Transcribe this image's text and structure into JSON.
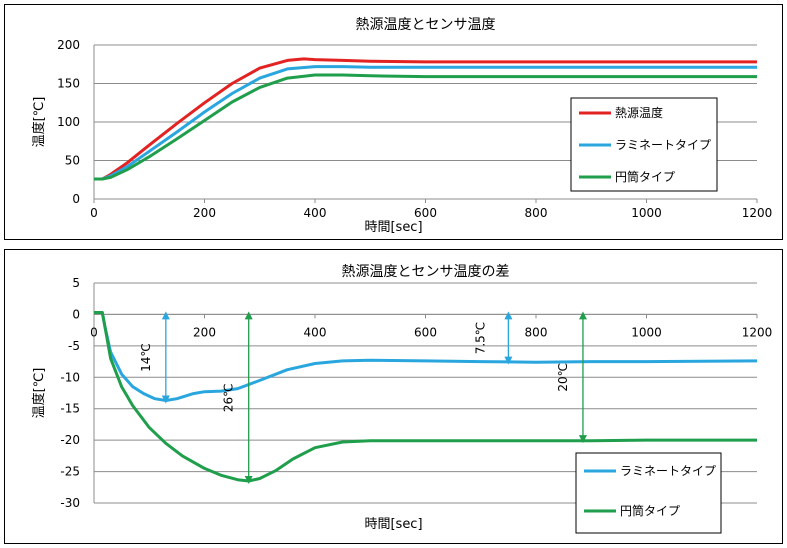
{
  "chart_data": [
    {
      "type": "line",
      "title": "熱源温度とセンサ温度",
      "xlabel": "時間[sec]",
      "ylabel": "温度[℃]",
      "xlim": [
        0,
        1200
      ],
      "ylim": [
        0,
        200
      ],
      "x_ticks": [
        0,
        200,
        400,
        600,
        800,
        1000,
        1200
      ],
      "y_ticks": [
        0,
        50,
        100,
        150,
        200
      ],
      "grid": "horizontal",
      "legend_position": "inside-right",
      "series": [
        {
          "name": "熱源温度",
          "color": "#e32222",
          "x": [
            0,
            15,
            30,
            60,
            100,
            150,
            200,
            250,
            300,
            350,
            380,
            400,
            450,
            500,
            600,
            700,
            800,
            1000,
            1200
          ],
          "y": [
            26,
            26,
            32,
            47,
            70,
            98,
            125,
            150,
            170,
            180,
            182,
            181,
            180,
            179,
            178,
            178,
            178,
            178,
            178
          ]
        },
        {
          "name": "ラミネートタイプ",
          "color": "#2aa6df",
          "x": [
            0,
            15,
            30,
            60,
            100,
            150,
            200,
            250,
            300,
            350,
            400,
            450,
            500,
            600,
            700,
            800,
            1000,
            1200
          ],
          "y": [
            26,
            26,
            30,
            42,
            62,
            87,
            113,
            137,
            157,
            169,
            172,
            172,
            171,
            171,
            171,
            171,
            171,
            171
          ]
        },
        {
          "name": "円筒タイプ",
          "color": "#1f9e4b",
          "x": [
            0,
            15,
            30,
            60,
            100,
            150,
            200,
            250,
            300,
            350,
            400,
            450,
            500,
            600,
            700,
            800,
            1000,
            1200
          ],
          "y": [
            26,
            26,
            28,
            38,
            55,
            78,
            102,
            126,
            145,
            157,
            161,
            161,
            160,
            159,
            159,
            159,
            159,
            159
          ]
        }
      ]
    },
    {
      "type": "line",
      "title": "熱源温度とセンサ温度の差",
      "xlabel": "時間[sec]",
      "ylabel": "温度[℃]",
      "xlim": [
        0,
        1200
      ],
      "ylim": [
        -30,
        5
      ],
      "x_ticks": [
        0,
        200,
        400,
        600,
        800,
        1000,
        1200
      ],
      "y_ticks": [
        5,
        0,
        -5,
        -10,
        -15,
        -20,
        -25,
        -30
      ],
      "grid": "horizontal",
      "legend_position": "bottom-right",
      "series": [
        {
          "name": "ラミネートタイプ",
          "color": "#2aa6df",
          "x": [
            0,
            15,
            20,
            30,
            50,
            70,
            90,
            110,
            130,
            150,
            180,
            200,
            230,
            260,
            300,
            350,
            400,
            450,
            500,
            600,
            700,
            800,
            900,
            1000,
            1200
          ],
          "y": [
            0.3,
            0.3,
            -2,
            -6,
            -9.5,
            -11.5,
            -12.6,
            -13.4,
            -13.7,
            -13.4,
            -12.6,
            -12.3,
            -12.2,
            -11.8,
            -10.5,
            -8.8,
            -7.8,
            -7.4,
            -7.3,
            -7.4,
            -7.5,
            -7.6,
            -7.5,
            -7.5,
            -7.4
          ]
        },
        {
          "name": "円筒タイプ",
          "color": "#1f9e4b",
          "x": [
            0,
            15,
            20,
            30,
            50,
            70,
            100,
            130,
            160,
            200,
            230,
            260,
            280,
            300,
            330,
            360,
            400,
            450,
            500,
            600,
            700,
            800,
            900,
            1000,
            1100,
            1200
          ],
          "y": [
            0.3,
            0.3,
            -2,
            -7,
            -11.5,
            -14.5,
            -18,
            -20.5,
            -22.5,
            -24.5,
            -25.6,
            -26.3,
            -26.5,
            -26.1,
            -24.8,
            -23,
            -21.2,
            -20.3,
            -20.1,
            -20.1,
            -20.1,
            -20.1,
            -20.1,
            -20,
            -20,
            -20
          ]
        }
      ],
      "annotations": [
        {
          "label": "14℃",
          "x": 130,
          "from": 0,
          "to": -13.7
        },
        {
          "label": "26℃",
          "x": 280,
          "from": 0,
          "to": -26.5
        },
        {
          "label": "7.5℃",
          "x": 750,
          "from": 0,
          "to": -7.5
        },
        {
          "label": "20℃",
          "x": 885,
          "from": 0,
          "to": -20
        }
      ]
    }
  ]
}
